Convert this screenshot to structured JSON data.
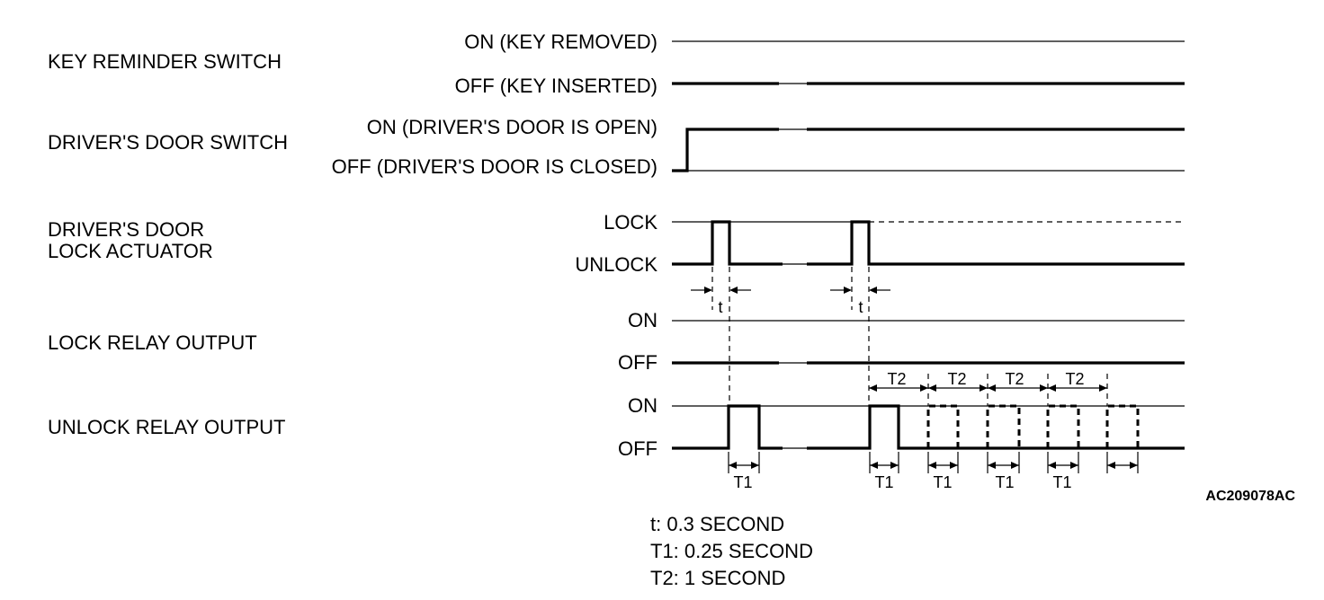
{
  "signals": {
    "key_reminder": {
      "name": "KEY REMINDER SWITCH",
      "high": "ON (KEY REMOVED)",
      "low": "OFF (KEY INSERTED)"
    },
    "door_switch": {
      "name": "DRIVER'S DOOR SWITCH",
      "high": "ON (DRIVER'S DOOR IS OPEN)",
      "low": "OFF (DRIVER'S DOOR IS CLOSED)"
    },
    "actuator": {
      "name_line1": "DRIVER'S DOOR",
      "name_line2": "LOCK ACTUATOR",
      "high": "LOCK",
      "low": "UNLOCK"
    },
    "lock_relay": {
      "name": "LOCK RELAY OUTPUT",
      "high": "ON",
      "low": "OFF"
    },
    "unlock_relay": {
      "name": "UNLOCK RELAY OUTPUT",
      "high": "ON",
      "low": "OFF"
    }
  },
  "dimensions": {
    "t": "t",
    "T1": "T1",
    "T2": "T2"
  },
  "figure_code": "AC209078AC",
  "legend": {
    "t": "t: 0.3 SECOND",
    "T1": "T1: 0.25 SECOND",
    "T2": "T2: 1 SECOND"
  }
}
